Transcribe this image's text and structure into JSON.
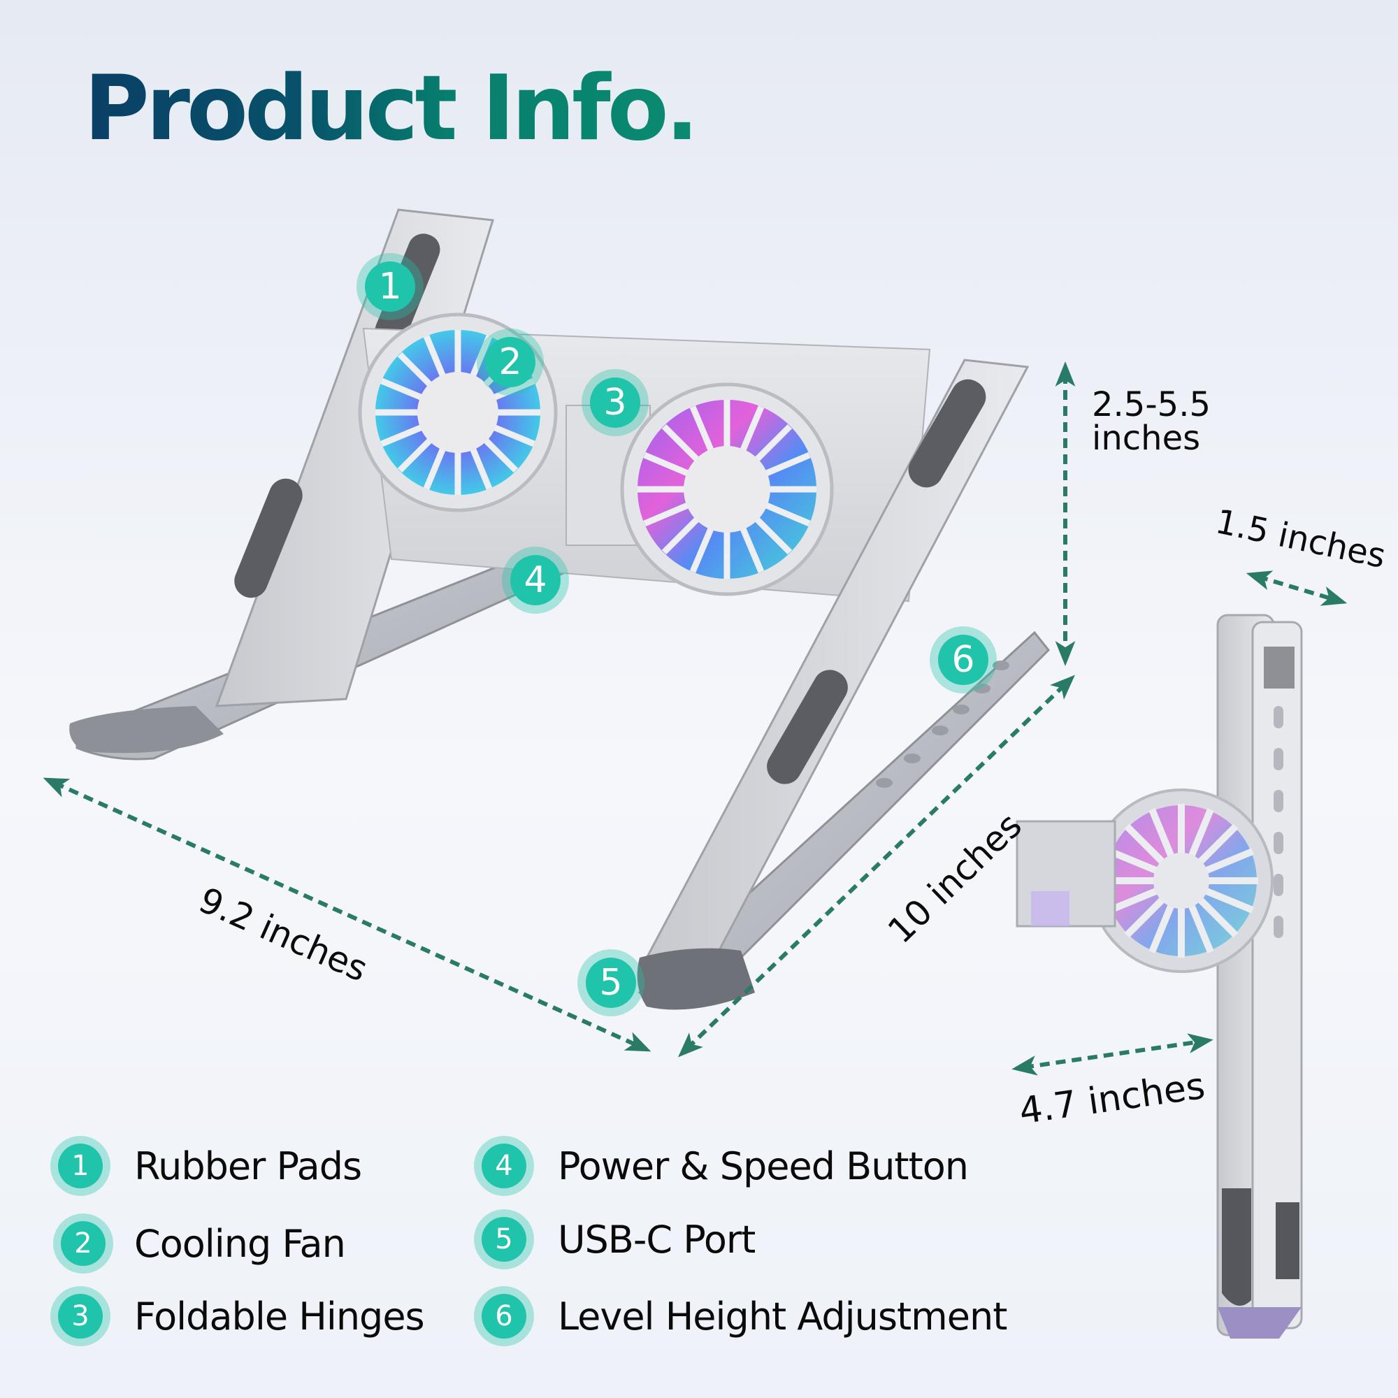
{
  "header": {
    "title": "Product Info."
  },
  "colors": {
    "title_gradient_start": "#0a3f66",
    "title_gradient_end": "#0a8a70",
    "badge_fill": "#1fc4aa",
    "badge_halo": "#9fe3d6",
    "arrow": "#2a7a68",
    "background": "#eef1f7"
  },
  "callouts": [
    {
      "number": "1"
    },
    {
      "number": "2"
    },
    {
      "number": "3"
    },
    {
      "number": "4"
    },
    {
      "number": "5"
    },
    {
      "number": "6"
    }
  ],
  "dimensions": {
    "height_range": {
      "line1": "2.5-5.5",
      "line2": "inches"
    },
    "width": "9.2 inches",
    "depth": "10 inches",
    "folded_thickness": "1.5 inches",
    "folded_width": "4.7 inches"
  },
  "legend": {
    "items": [
      {
        "number": "1",
        "label": "Rubber Pads"
      },
      {
        "number": "2",
        "label": "Cooling Fan"
      },
      {
        "number": "3",
        "label": "Foldable Hinges"
      },
      {
        "number": "4",
        "label": "Power & Speed Button"
      },
      {
        "number": "5",
        "label": "USB-C Port"
      },
      {
        "number": "6",
        "label": "Level Height Adjustment"
      }
    ]
  },
  "icons": {
    "fan": "cooling-fan-icon",
    "stand": "laptop-stand-image",
    "folded_stand": "folded-stand-image",
    "arrow": "dashed-double-arrow"
  }
}
